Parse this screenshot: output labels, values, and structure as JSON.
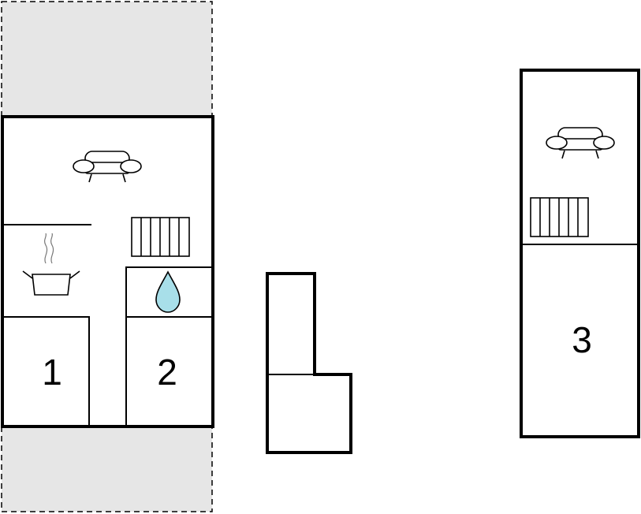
{
  "floor_plan": {
    "rooms": [
      {
        "label": "1"
      },
      {
        "label": "2"
      },
      {
        "label": "3"
      }
    ],
    "icons": {
      "living_area": "sofa-icon",
      "heating": "radiator-icon",
      "kitchen": "cooking-pot-icon",
      "bathroom": "water-drop-icon"
    },
    "colors": {
      "wall": "#000000",
      "terrace": "#e6e6e6",
      "water": "#a8dfe9",
      "background": "#ffffff"
    }
  }
}
